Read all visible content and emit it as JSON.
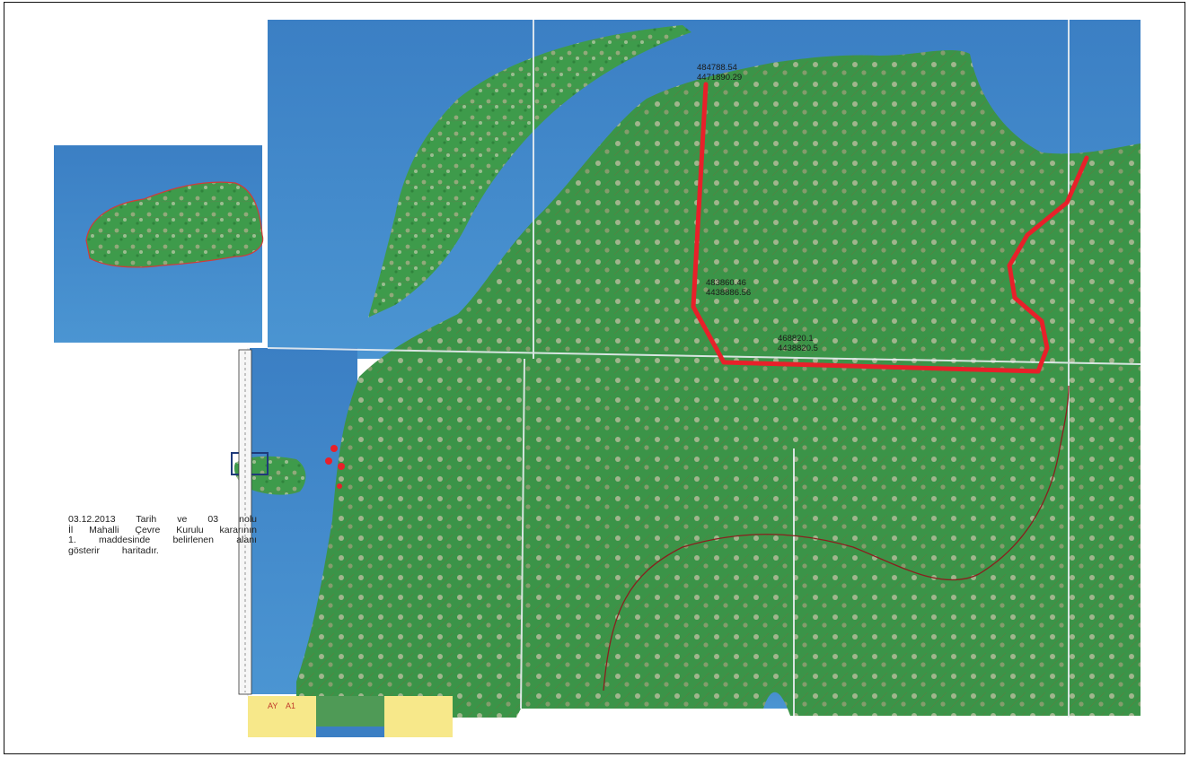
{
  "caption": {
    "lines": [
      "03.12.2013  Tarih  ve  03  nolu",
      "İl  Mahalli  Çevre  Kurulu  kararının",
      "1.  maddesinde  belirlenen  alanı",
      "gösterir haritadır."
    ]
  },
  "points": [
    {
      "east": "484788.54",
      "north": "4471890.29"
    },
    {
      "east": "483860.46",
      "north": "4438886.56"
    },
    {
      "east": "468820.1",
      "north": "4438820.5"
    }
  ],
  "legend_labels": {
    "left": "AY",
    "right": "A1"
  },
  "colors": {
    "sea": "#3f86c8",
    "land": "#3f9a4a",
    "boundary": "#e8202a",
    "rail": "#8a1f1f"
  },
  "icons": [
    "page-frame",
    "map-sheet",
    "boundary-line"
  ]
}
